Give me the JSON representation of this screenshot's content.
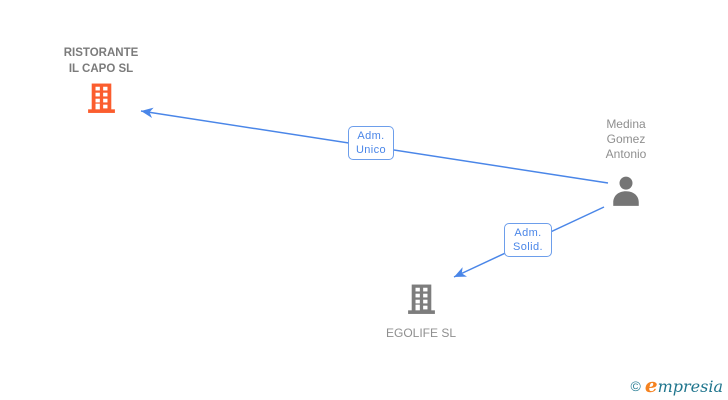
{
  "diagram_title": "corporate-relationship-graph",
  "entities": {
    "company_main": {
      "line1": "RISTORANTE",
      "line2": "IL CAPO SL"
    },
    "person": {
      "line1": "Medina",
      "line2": "Gomez",
      "line3": "Antonio"
    },
    "company_sub": {
      "name": "EGOLIFE SL"
    }
  },
  "relationships": [
    {
      "from": "Medina Gomez Antonio",
      "to": "RISTORANTE IL CAPO SL",
      "label_line1": "Adm.",
      "label_line2": "Unico"
    },
    {
      "from": "Medina Gomez Antonio",
      "to": "EGOLIFE SL",
      "label_line1": "Adm.",
      "label_line2": "Solid."
    }
  ],
  "footer": {
    "copyright_symbol": "©",
    "brand_initial": "e",
    "brand_rest": "mpresia"
  },
  "colors": {
    "building_orange": "#fb5d2e",
    "icon_gray": "#7d7d7d",
    "person_gray": "#757575",
    "arrow_blue": "#4a86e8",
    "label_border_blue": "#6d9eeb",
    "text_gray": "#8f8f8f",
    "logo_teal": "#20768e",
    "logo_orange": "#f5821f"
  }
}
